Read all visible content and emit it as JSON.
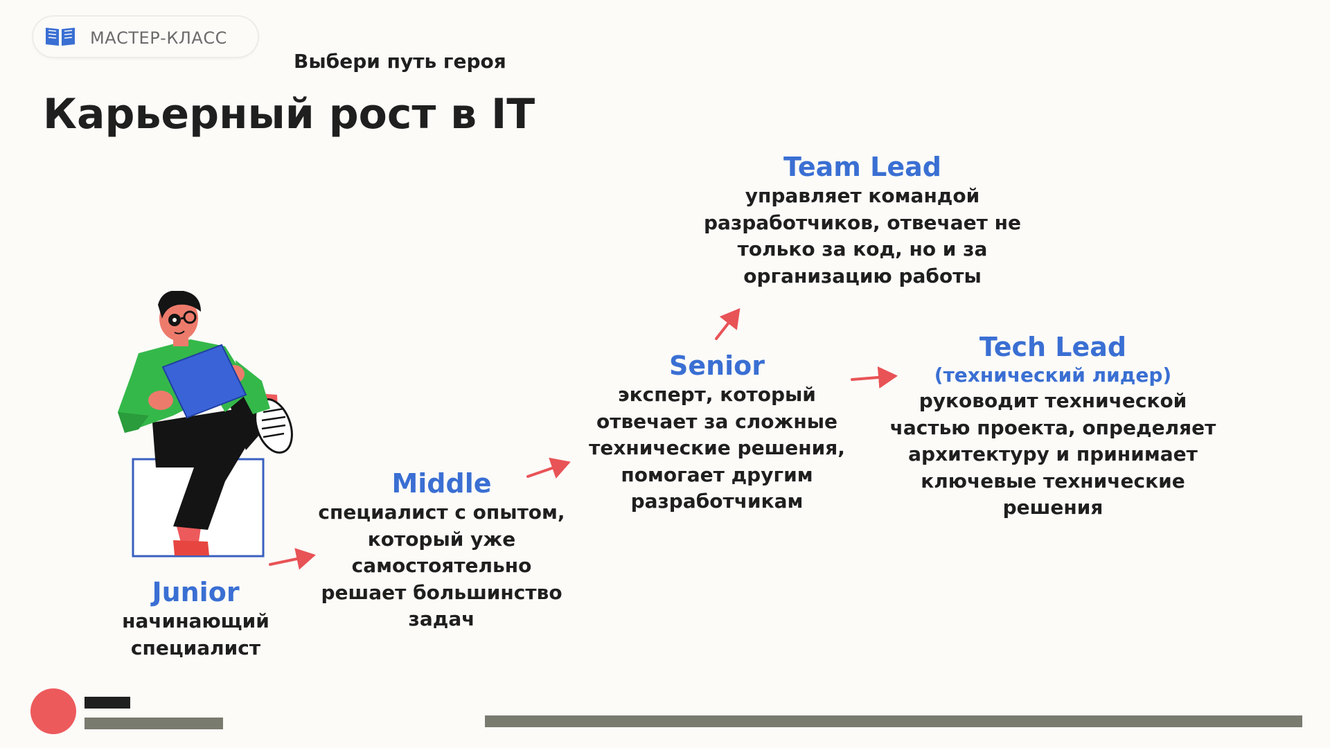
{
  "badge": {
    "label": "МАСТЕР-КЛАСС",
    "icon": "open-book-icon"
  },
  "subtitle": "Выбери путь героя",
  "title": "Карьерный рост в IT",
  "roles": {
    "team_lead": {
      "name": "Team Lead",
      "description": "управляет командой разработчиков, отвечает не только за код, но и за организацию работы"
    },
    "senior": {
      "name": "Senior",
      "description": "эксперт, который отвечает за сложные технические решения, помогает другим разработчикам"
    },
    "tech_lead": {
      "name": "Tech Lead",
      "subtitle": "(технический лидер)",
      "description": "руководит технической частью проекта, определяет архитектуру и принимает ключевые технические решения"
    },
    "middle": {
      "name": "Middle",
      "description": "специалист с опытом, который уже самостоятельно решает большинство задач"
    },
    "junior": {
      "name": "Junior",
      "description": "начинающий специалист"
    }
  },
  "colors": {
    "accent_blue": "#3a6fd3",
    "arrow_red": "#e85356",
    "dot_red": "#ed5a5c",
    "bar_gray": "#7a7b6f",
    "text_dark": "#1f1f1f",
    "background": "#fcfbf8"
  },
  "icons": {
    "arrows": "arrow-icon",
    "illustration": "person-with-tablet-illustration"
  }
}
